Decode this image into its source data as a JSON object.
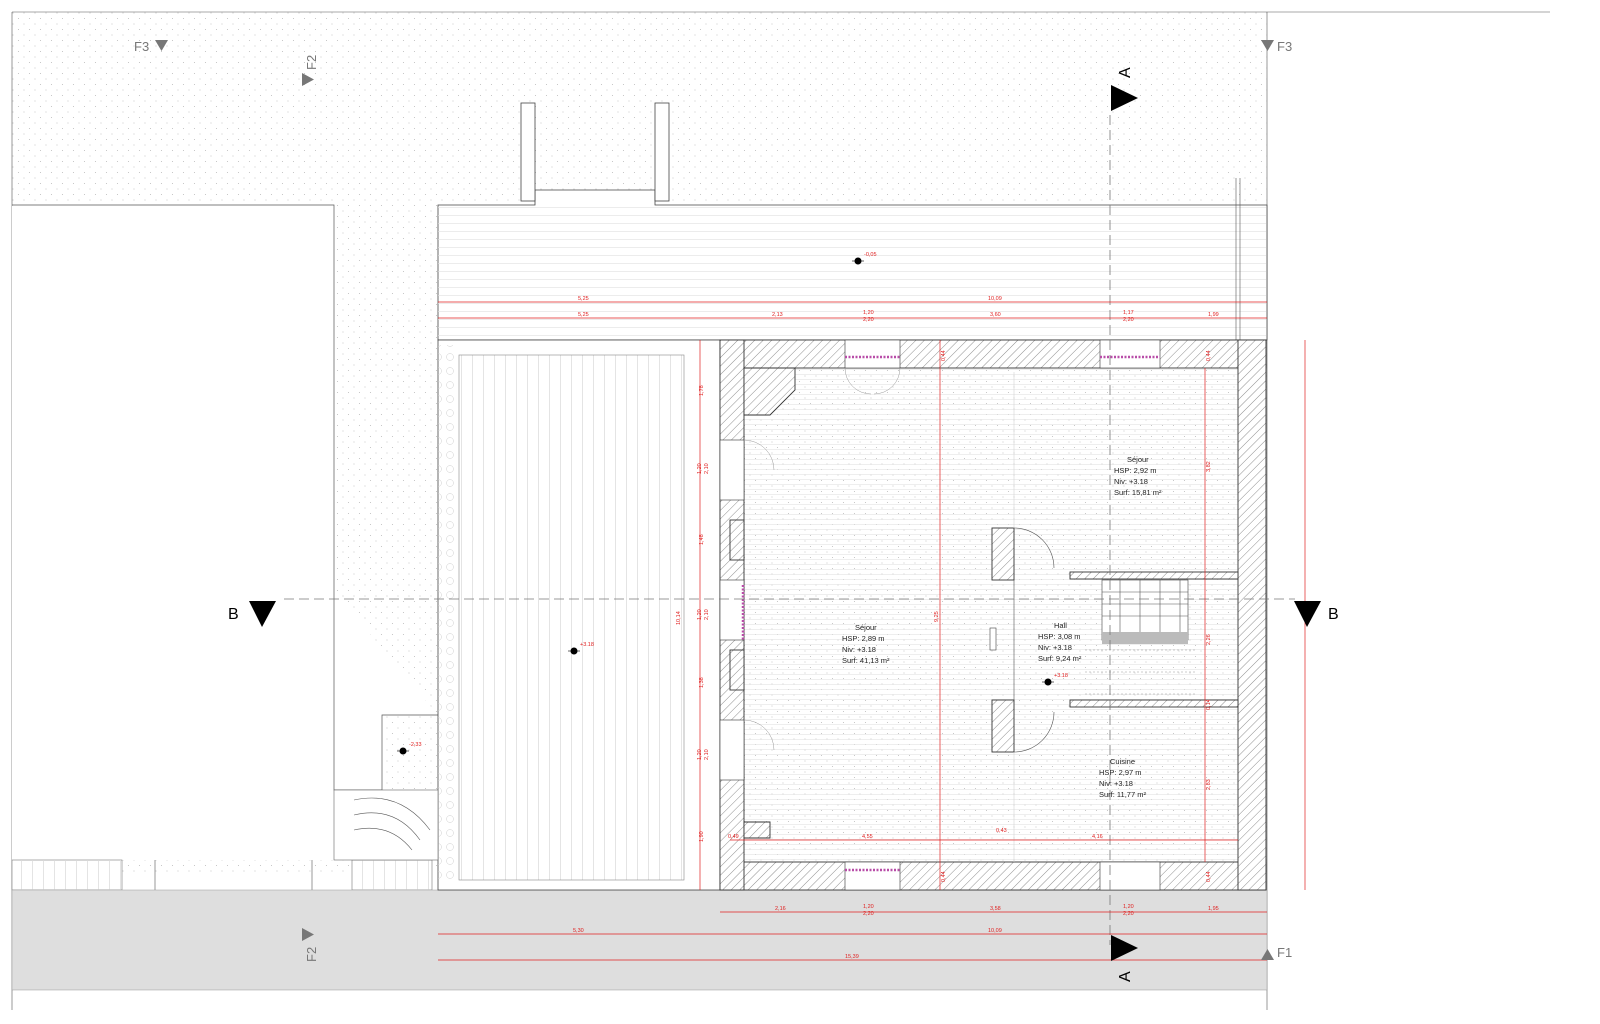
{
  "rooms": {
    "sejour_main": {
      "name": "Séjour",
      "hsp": "HSP:  2,89 m",
      "niv": "Niv: +3.18",
      "surf": "Surf: 41,13 m²"
    },
    "sejour_right": {
      "name": "Séjour",
      "hsp": "HSP:  2,92 m",
      "niv": "Niv: +3.18",
      "surf": "Surf: 15,81 m²"
    },
    "hall": {
      "name": "Hall",
      "hsp": "HSP: 3,08 m",
      "niv": "Niv: +3.18",
      "surf": "Surf:  9,24 m²"
    },
    "cuisine": {
      "name": "Cuisine",
      "hsp": "HSP:  2,97 m",
      "niv": "Niv: +3.18",
      "surf": "Surf: 11,77 m²"
    }
  },
  "levels": {
    "terrace_top": "-0,05",
    "terrace_left": "+3.18",
    "hall": "+3.18",
    "stair_bottom": "-2,33"
  },
  "sections": {
    "a_top": "A",
    "a_bottom": "A",
    "b_left": "B",
    "b_right": "B"
  },
  "facades": {
    "f3_left": "F3",
    "f3_right": "F3",
    "f2_top": "F2",
    "f2_bottom": "F2",
    "f1": "F1"
  },
  "dimensions": {
    "top_row1": [
      "5,25",
      "10,09"
    ],
    "top_row2": [
      "5,25",
      "2,13",
      "1,20",
      "2,20",
      "3,60",
      "1,17",
      "2,20",
      "1,99"
    ],
    "bottom_row1": [
      "2,16",
      "1,20",
      "2,20",
      "3,58",
      "1,20",
      "2,20",
      "1,95"
    ],
    "bottom_row2": [
      "5,30",
      "10,09"
    ],
    "bottom_row3": [
      "15,39"
    ],
    "left_vertical_total": "10,14",
    "left_vertical": [
      "1,78",
      "1,20",
      "2,10",
      "1,48",
      "1,20",
      "2,10",
      "1,38",
      "1,20",
      "2,10",
      "1,90"
    ],
    "interior_vertical_total": "9,25",
    "interior_top": "0,44",
    "interior_bottom": "0,44",
    "right_vertical": [
      "0,44",
      "3,82",
      "2,26",
      "0,14",
      "2,83",
      "0,44"
    ],
    "interior_horizontal": [
      "0,49",
      "4,55",
      "0,43",
      "4,16"
    ]
  },
  "colors": {
    "dimension": "#e02020",
    "wall_stroke": "#333333",
    "ground": "#dedede",
    "accent": "#b84da8"
  }
}
